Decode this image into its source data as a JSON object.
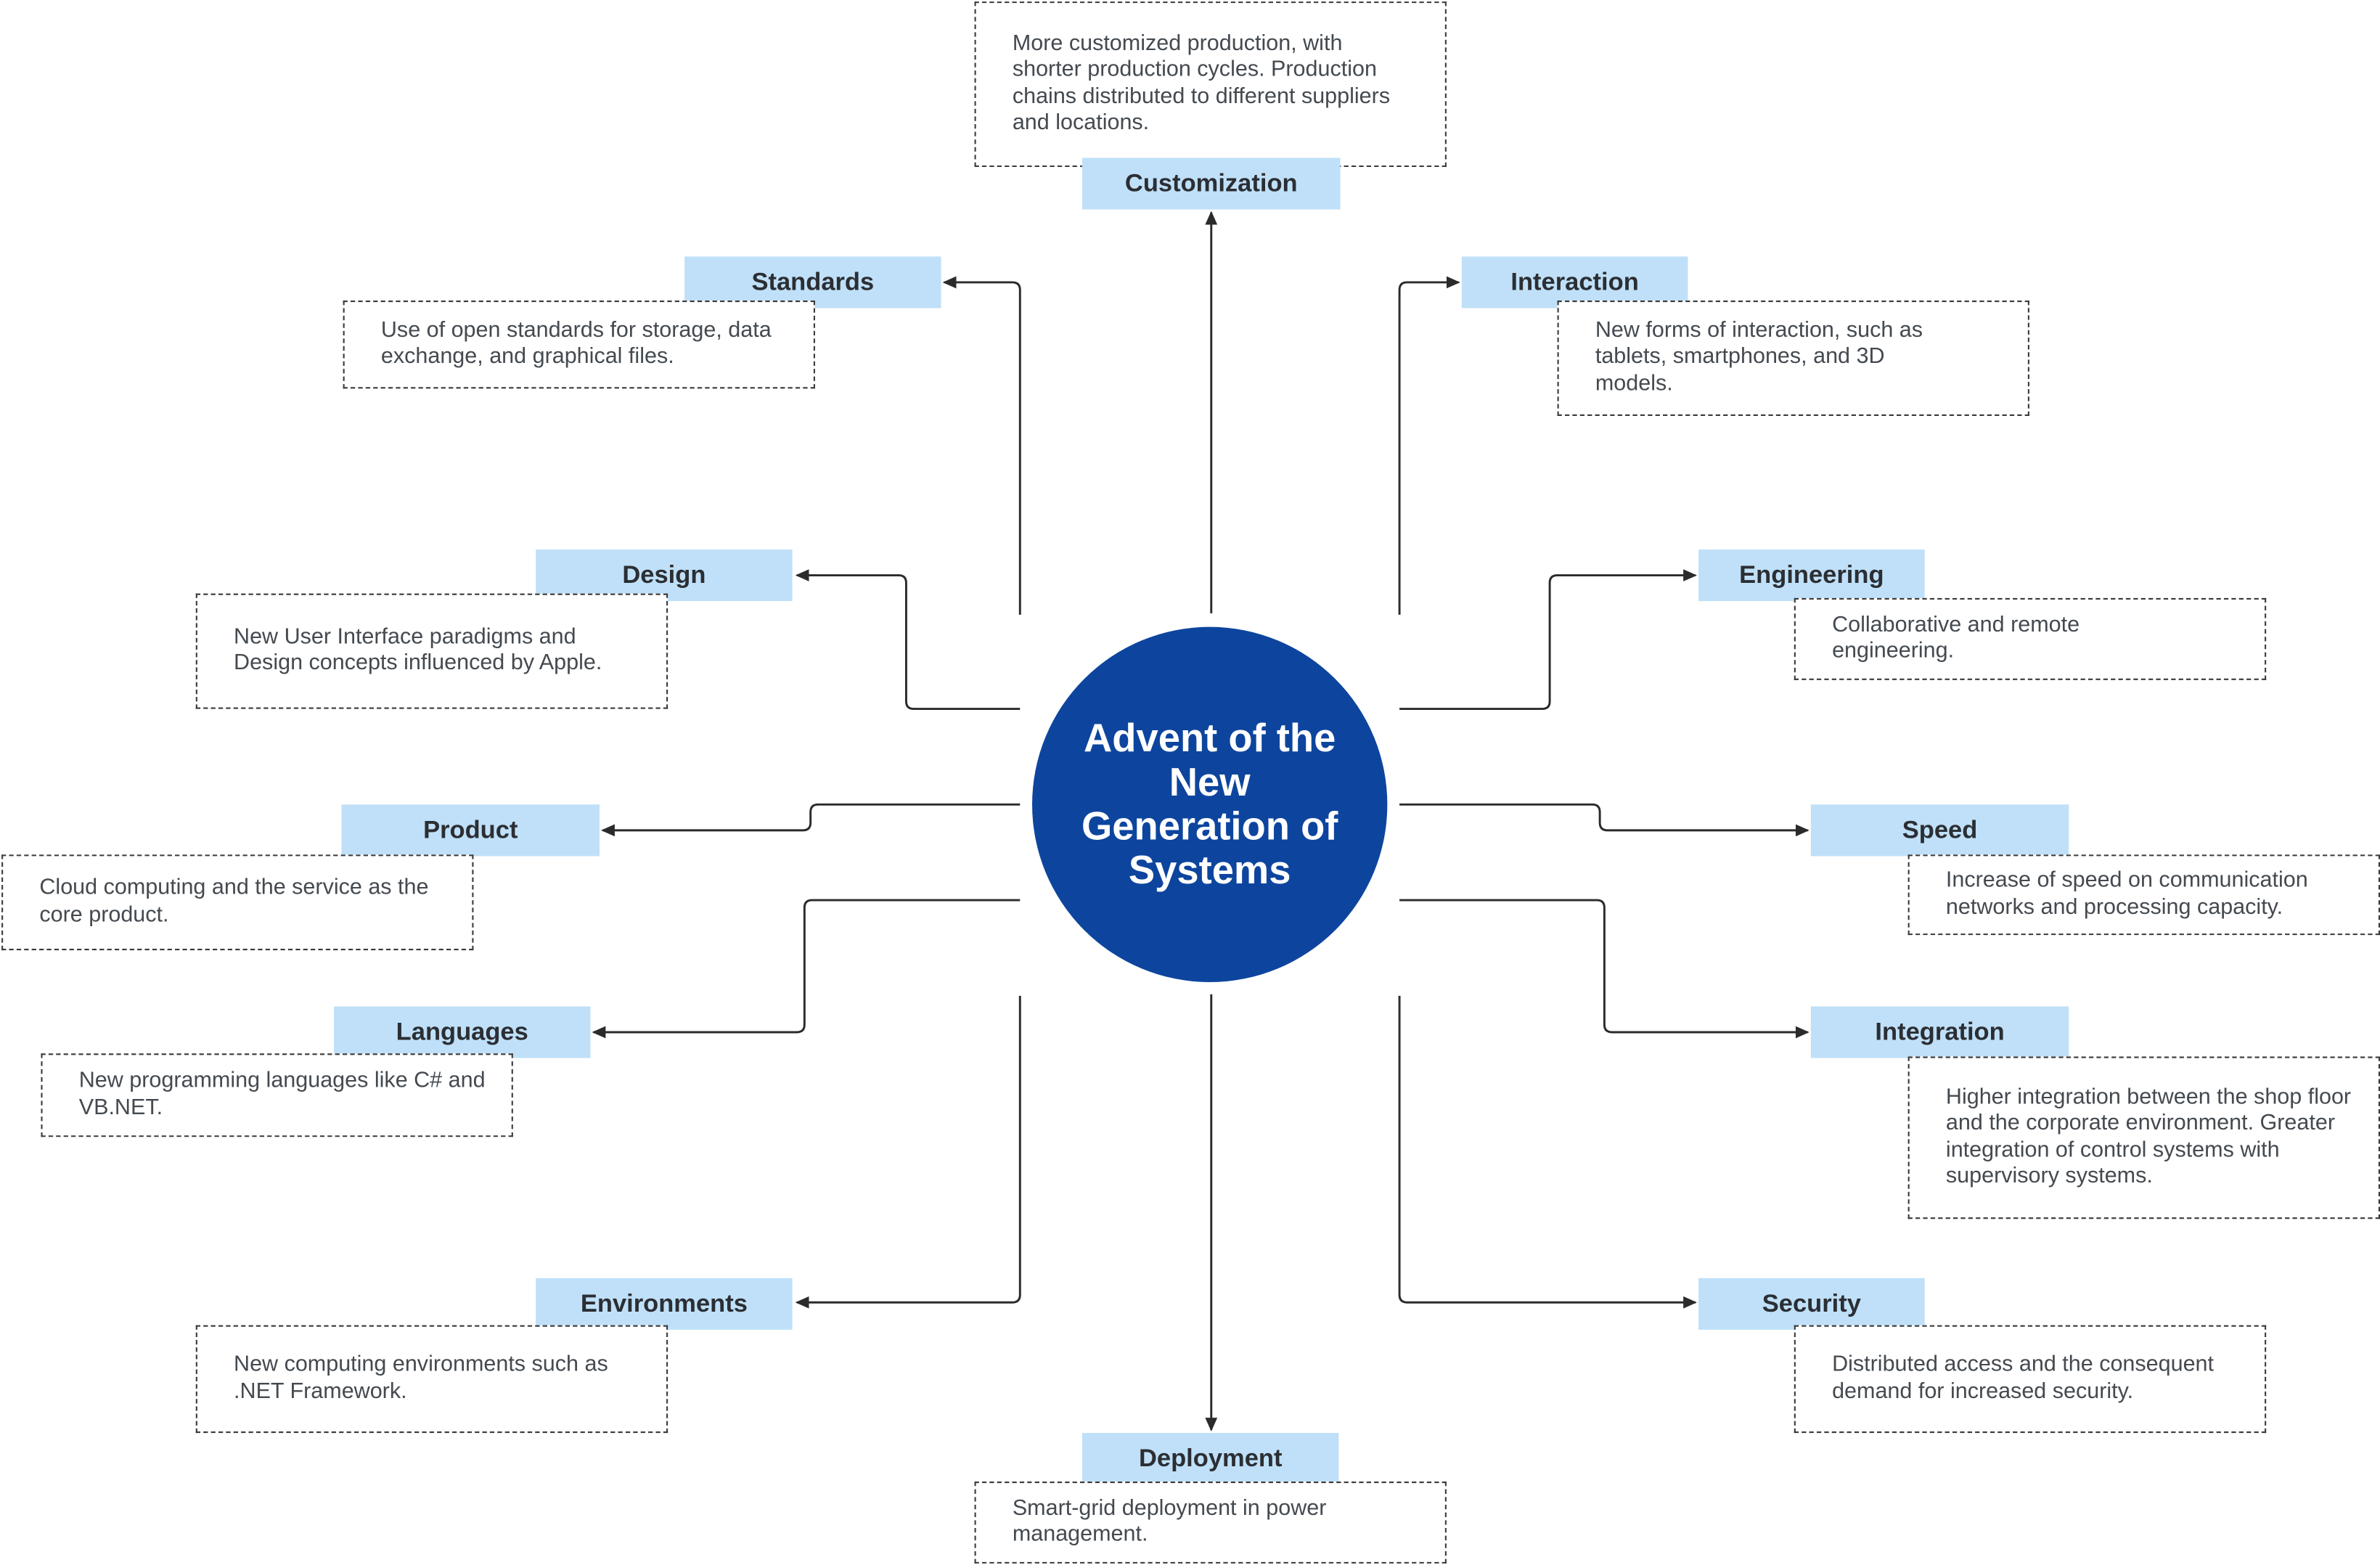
{
  "center": {
    "title": "Advent of the New Generation of Systems"
  },
  "topics": {
    "customization": {
      "label": "Customization",
      "text": "More customized production, with shorter production cycles. Production chains distributed to different suppliers and locations."
    },
    "standards": {
      "label": "Standards",
      "text": "Use of open standards for storage, data exchange, and graphical files."
    },
    "interaction": {
      "label": "Interaction",
      "text": "New forms of interaction, such as tablets, smartphones, and 3D models."
    },
    "design": {
      "label": "Design",
      "text": "New User Interface paradigms and Design concepts influenced by Apple."
    },
    "engineering": {
      "label": "Engineering",
      "text": "Collaborative and remote engineering."
    },
    "product": {
      "label": "Product",
      "text": "Cloud computing and the service as the core product."
    },
    "speed": {
      "label": "Speed",
      "text": "Increase of speed on communication networks and processing capacity."
    },
    "languages": {
      "label": "Languages",
      "text": "New programming languages like C# and VB.NET."
    },
    "integration": {
      "label": "Integration",
      "text": "Higher integration between the shop floor and the corporate environment. Greater integration of control systems with supervisory systems."
    },
    "environments": {
      "label": "Environments",
      "text": "New computing environments such as .NET Framework."
    },
    "security": {
      "label": "Security",
      "text": "Distributed access and the consequent demand for increased security."
    },
    "deployment": {
      "label": "Deployment",
      "text": "Smart-grid deployment in power management."
    }
  }
}
